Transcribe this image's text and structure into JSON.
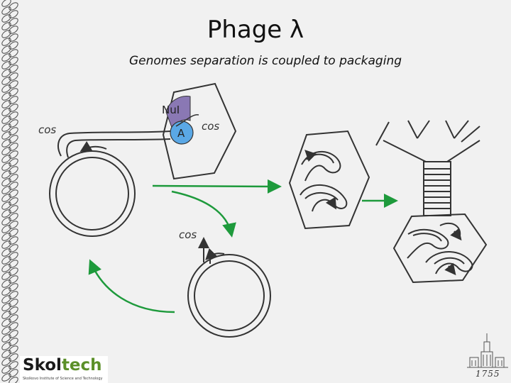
{
  "slide": {
    "title": "Phage λ",
    "subtitle": "Genomes separation is coupled to packaging"
  },
  "labels": {
    "cos_left": "cos",
    "cos_right": "cos",
    "cos_bottom": "cos",
    "protein_nul": "NuI",
    "protein_a": "A"
  },
  "logo": {
    "name_part1": "Skol",
    "name_part2": "tech",
    "tagline": "Skolkovo Institute of Science and Technology"
  },
  "university": {
    "year": "1755"
  },
  "colors": {
    "arrow_green": "#1e9a3c",
    "nul_purple": "#8a78b4",
    "a_blue": "#5aa8e6",
    "line": "#333333"
  }
}
